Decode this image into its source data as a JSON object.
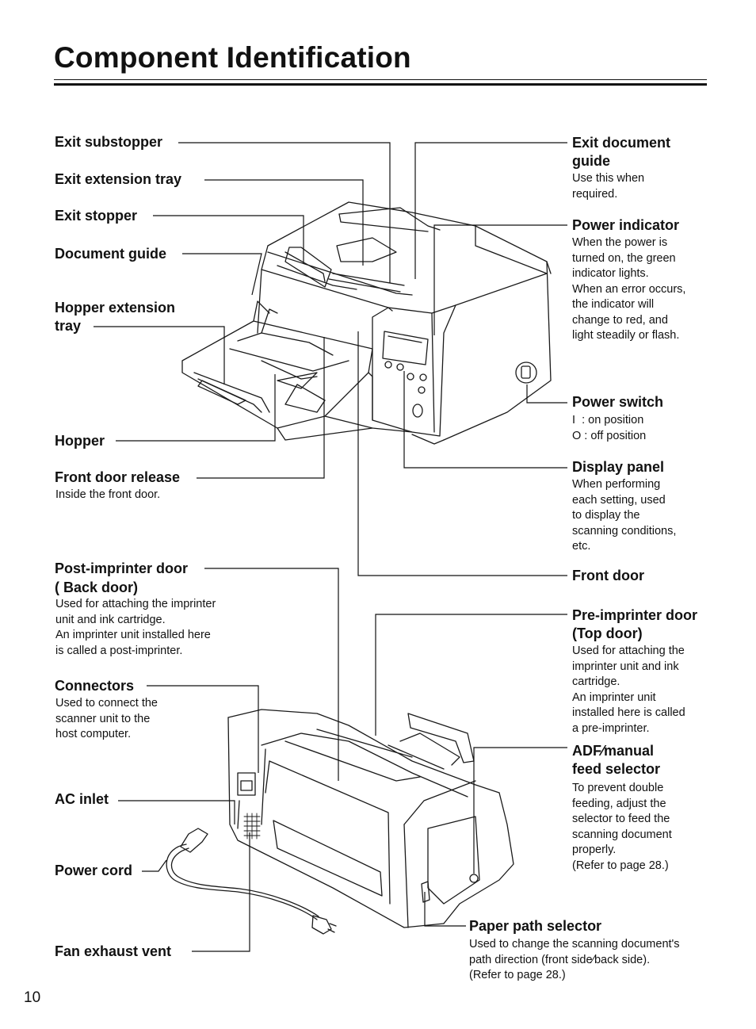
{
  "page": {
    "title": "Component Identification",
    "page_number": "10"
  },
  "labels": {
    "exit_substopper": "Exit substopper",
    "exit_extension_tray": "Exit extension tray",
    "exit_stopper": "Exit stopper",
    "document_guide": "Document guide",
    "hopper_extension_tray_1": "Hopper extension",
    "hopper_extension_tray_2": "tray",
    "hopper": "Hopper",
    "front_door_release": "Front door release",
    "front_door_release_desc": "Inside the front door.",
    "post_imprinter_door": "Post-imprinter door",
    "back_door": "( Back door)",
    "post_imprinter_desc": "Used for attaching the imprinter\nunit and ink cartridge.\nAn imprinter unit installed here\nis called a post-imprinter.",
    "connectors": "Connectors",
    "connectors_desc": "Used to connect the\nscanner unit to the\nhost computer.",
    "ac_inlet": "AC inlet",
    "power_cord": "Power cord",
    "fan_exhaust_vent": "Fan exhaust vent",
    "exit_document_guide": "Exit document\nguide",
    "exit_document_guide_desc": "Use this when\nrequired.",
    "power_indicator": "Power indicator",
    "power_indicator_desc": "When the power is\nturned on, the green\nindicator lights.\nWhen an error occurs,\nthe indicator will\nchange to red, and\nlight steadily or flash.",
    "power_switch": "Power switch",
    "power_switch_on": "I  : on position",
    "power_switch_off": "O : off position",
    "display_panel": "Display panel",
    "display_panel_desc": "When performing\neach setting, used\nto display the\nscanning conditions,\netc.",
    "front_door": "Front door",
    "pre_imprinter_door": "Pre-imprinter door",
    "top_door": "(Top door)",
    "pre_imprinter_desc": "Used for attaching the\nimprinter unit and ink\ncartridge.\nAn imprinter unit\ninstalled here is called\na pre-imprinter.",
    "adf_manual_feed_selector": "ADF⁄manual\nfeed selector",
    "adf_desc": "To prevent double\nfeeding, adjust the\nselector to feed the\nscanning document\nproperly.\n(Refer to page 28.)",
    "paper_path_selector": "Paper path selector",
    "paper_path_desc": "Used to change the scanning document's\npath direction (front side⁄back side).\n(Refer to page 28.)"
  }
}
